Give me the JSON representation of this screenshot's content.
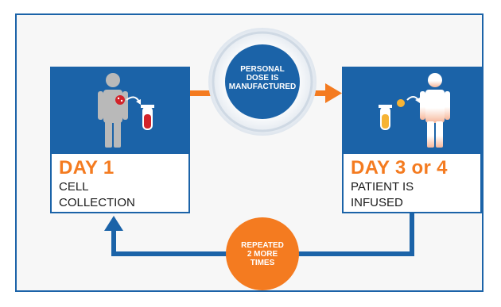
{
  "left_card": {
    "day": "DAY 1",
    "line1": "CELL",
    "line2": "COLLECTION"
  },
  "right_card": {
    "day": "DAY 3 or 4",
    "line1": "PATIENT IS",
    "line2": "INFUSED"
  },
  "center_circle": {
    "line1": "PERSONAL",
    "line2": "DOSE IS",
    "line3": "MANUFACTURED"
  },
  "loop_circle": {
    "line1": "REPEATED",
    "line2": "2 MORE",
    "line3": "TIMES"
  },
  "colors": {
    "blue": "#1b63a8",
    "orange": "#f47b20",
    "gray": "#b9b9b9",
    "blood_red": "#d2232a",
    "product_yellow": "#f6b334"
  }
}
